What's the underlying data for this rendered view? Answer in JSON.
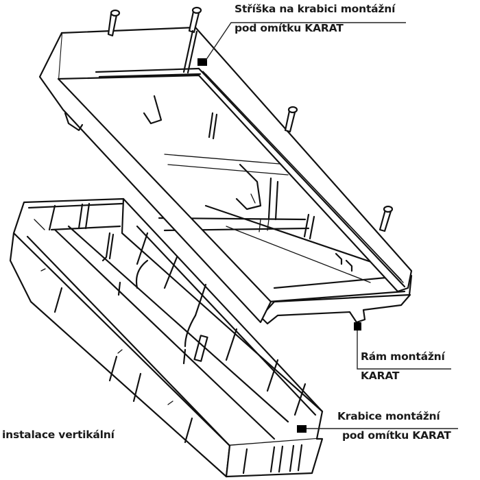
{
  "diagram": {
    "type": "exploded-view technical drawing",
    "colors": {
      "line": "#111111",
      "background": "#ffffff",
      "marker": "#000000"
    },
    "parts": [
      {
        "id": "roof",
        "label_line1": "Stříška na krabici montážní",
        "label_line2": "pod omítku KARAT"
      },
      {
        "id": "frame",
        "label_line1": "Rám montážní",
        "label_line2": "KARAT"
      },
      {
        "id": "box",
        "label_line1": "Krabice montážní",
        "label_line2": "pod omítku KARAT"
      }
    ],
    "orientation_note": "instalace vertikální",
    "screw_count": 4
  }
}
